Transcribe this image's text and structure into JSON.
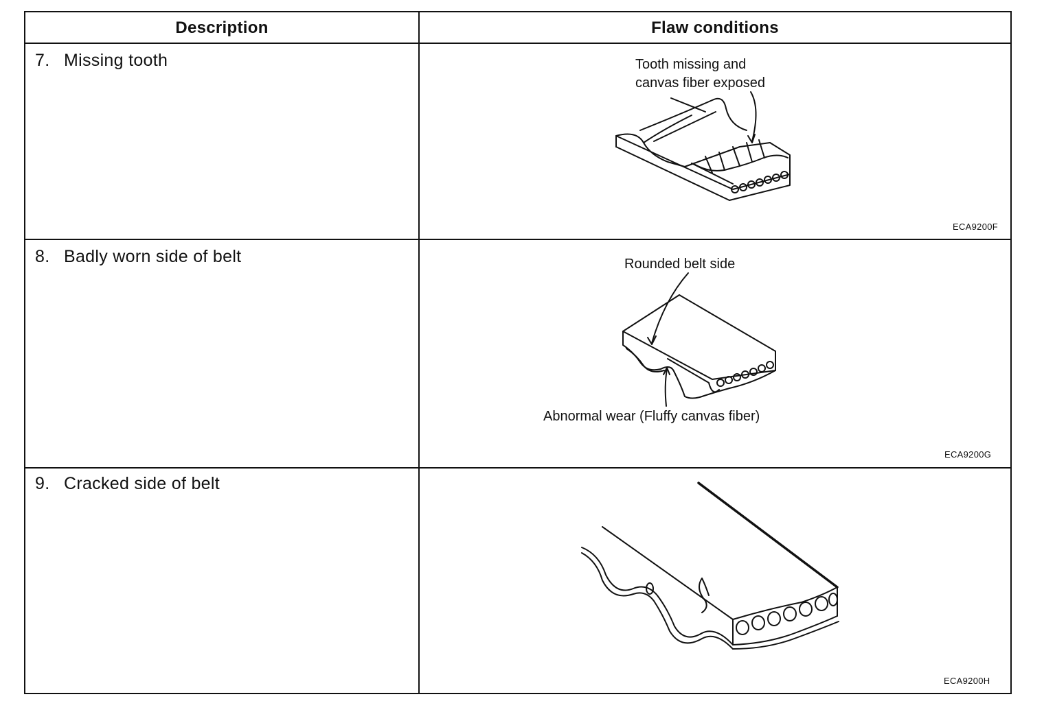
{
  "header": {
    "description": "Description",
    "flaw_conditions": "Flaw conditions"
  },
  "rows": [
    {
      "number": "7.",
      "label": "Missing tooth",
      "callouts": [
        "Tooth missing and",
        "canvas fiber exposed"
      ],
      "figure_code": "ECA9200F"
    },
    {
      "number": "8.",
      "label": "Badly worn side of belt",
      "callouts": [
        "Rounded belt side",
        "Abnormal wear (Fluffy canvas fiber)"
      ],
      "figure_code": "ECA9200G"
    },
    {
      "number": "9.",
      "label": "Cracked side of belt",
      "figure_code": "ECA9200H"
    }
  ]
}
